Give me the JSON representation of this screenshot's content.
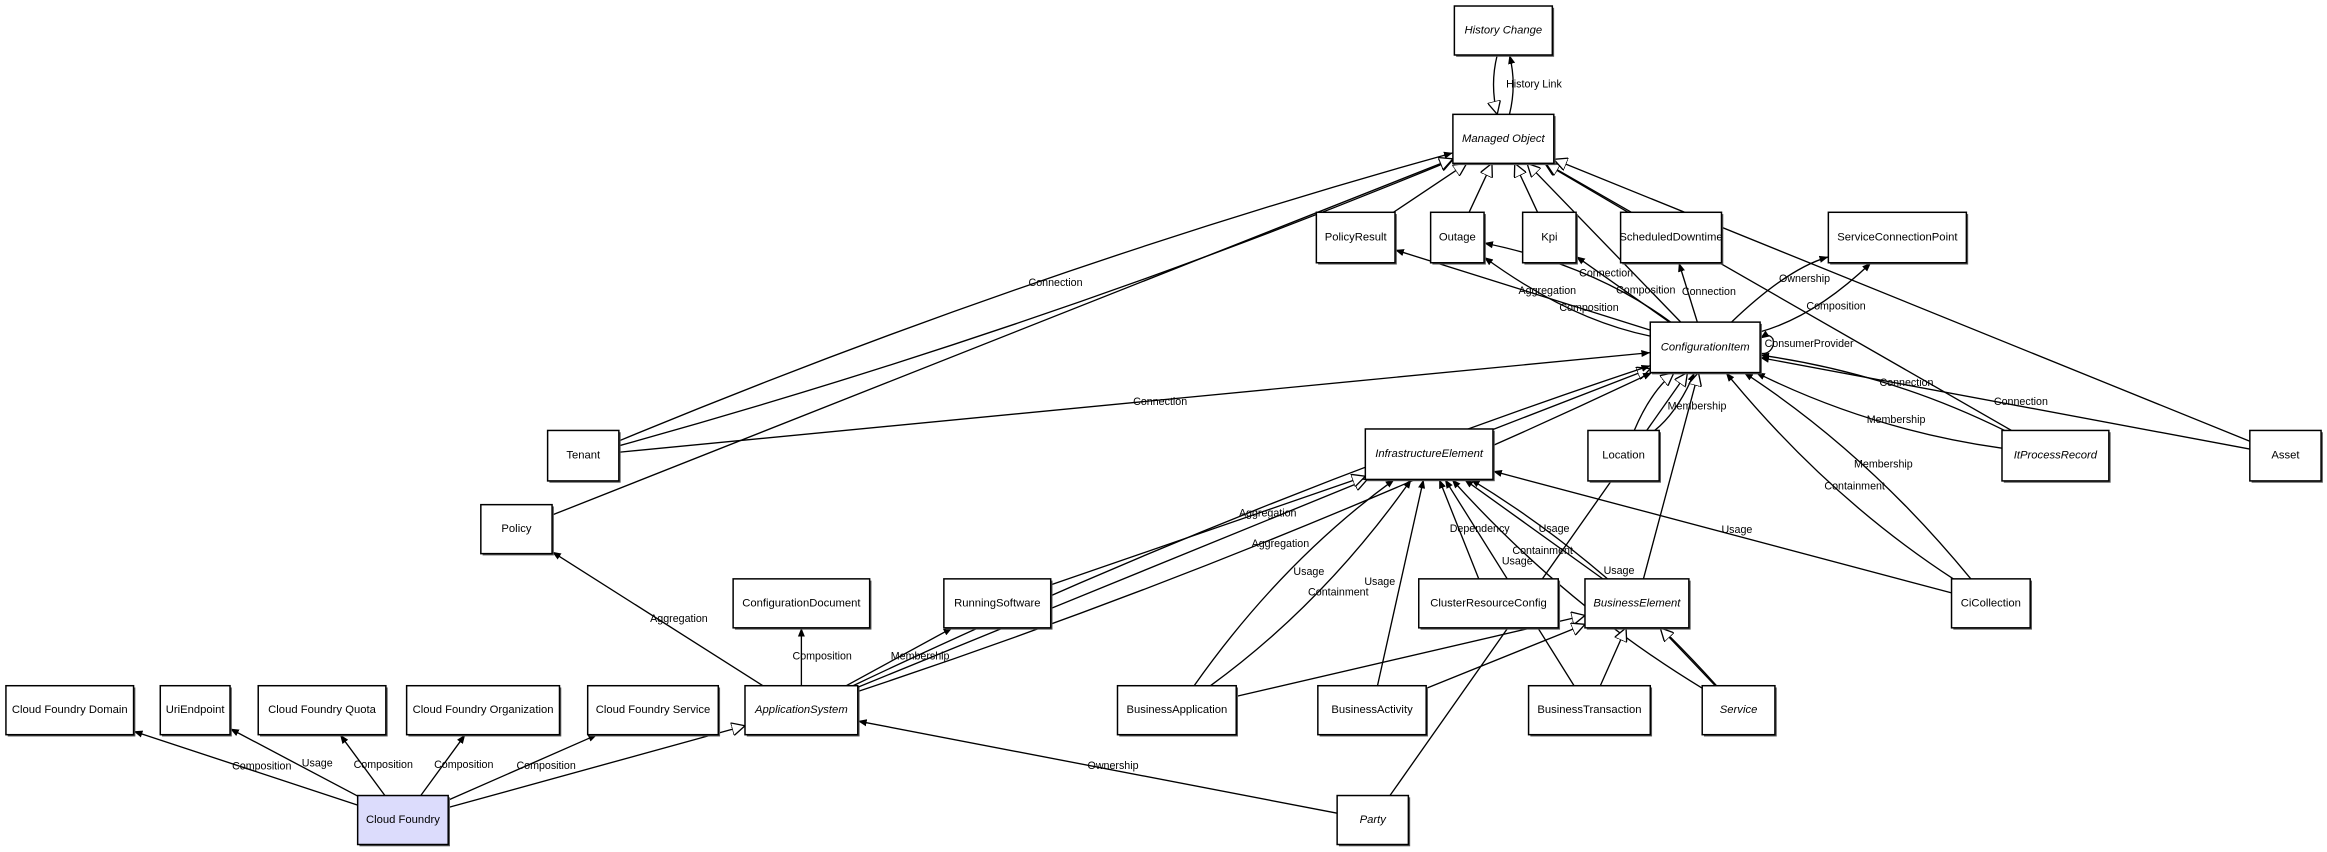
{
  "colors": {
    "highlight_fill": "#dcdcfc",
    "stroke": "#000000",
    "background": "#ffffff"
  },
  "nodes": [
    {
      "id": "historyChange",
      "label": "History Change",
      "abstract": true
    },
    {
      "id": "managedObject",
      "label": "Managed Object",
      "abstract": true
    },
    {
      "id": "policyResult",
      "label": "PolicyResult",
      "abstract": false
    },
    {
      "id": "outage",
      "label": "Outage",
      "abstract": false
    },
    {
      "id": "kpi",
      "label": "Kpi",
      "abstract": false
    },
    {
      "id": "scheduledDowntime",
      "label": "ScheduledDowntime",
      "abstract": false
    },
    {
      "id": "serviceConnectionPoint",
      "label": "ServiceConnectionPoint",
      "abstract": false
    },
    {
      "id": "configurationItem",
      "label": "ConfigurationItem",
      "abstract": true
    },
    {
      "id": "tenant",
      "label": "Tenant",
      "abstract": false
    },
    {
      "id": "policy",
      "label": "Policy",
      "abstract": false
    },
    {
      "id": "infrastructureElement",
      "label": "InfrastructureElement",
      "abstract": true
    },
    {
      "id": "location",
      "label": "Location",
      "abstract": false
    },
    {
      "id": "itProcessRecord",
      "label": "ItProcessRecord",
      "abstract": true
    },
    {
      "id": "asset",
      "label": "Asset",
      "abstract": false
    },
    {
      "id": "configurationDocument",
      "label": "ConfigurationDocument",
      "abstract": false
    },
    {
      "id": "runningSoftware",
      "label": "RunningSoftware",
      "abstract": false
    },
    {
      "id": "clusterResourceConfig",
      "label": "ClusterResourceConfig",
      "abstract": false
    },
    {
      "id": "businessElement",
      "label": "BusinessElement",
      "abstract": true
    },
    {
      "id": "ciCollection",
      "label": "CiCollection",
      "abstract": false
    },
    {
      "id": "cfDomain",
      "label": "Cloud Foundry Domain",
      "abstract": false
    },
    {
      "id": "uriEndpoint",
      "label": "UriEndpoint",
      "abstract": false
    },
    {
      "id": "cfQuota",
      "label": "Cloud Foundry Quota",
      "abstract": false
    },
    {
      "id": "cfOrganization",
      "label": "Cloud Foundry Organization",
      "abstract": false
    },
    {
      "id": "cfService",
      "label": "Cloud Foundry Service",
      "abstract": false
    },
    {
      "id": "applicationSystem",
      "label": "ApplicationSystem",
      "abstract": true
    },
    {
      "id": "businessApplication",
      "label": "BusinessApplication",
      "abstract": false
    },
    {
      "id": "businessActivity",
      "label": "BusinessActivity",
      "abstract": false
    },
    {
      "id": "businessTransaction",
      "label": "BusinessTransaction",
      "abstract": false
    },
    {
      "id": "service",
      "label": "Service",
      "abstract": true
    },
    {
      "id": "cloudFoundry",
      "label": "Cloud Foundry",
      "abstract": false,
      "highlighted": true
    },
    {
      "id": "party",
      "label": "Party",
      "abstract": true
    }
  ],
  "edges": [
    {
      "from": "managedObject",
      "to": "historyChange",
      "label": "History Link",
      "kind": "association"
    },
    {
      "from": "historyChange",
      "to": "managedObject",
      "label": "",
      "kind": "generalization"
    },
    {
      "from": "policyResult",
      "to": "managedObject",
      "label": "",
      "kind": "generalization"
    },
    {
      "from": "outage",
      "to": "managedObject",
      "label": "",
      "kind": "generalization"
    },
    {
      "from": "kpi",
      "to": "managedObject",
      "label": "",
      "kind": "generalization"
    },
    {
      "from": "scheduledDowntime",
      "to": "managedObject",
      "label": "",
      "kind": "generalization"
    },
    {
      "from": "configurationItem",
      "to": "managedObject",
      "label": "",
      "kind": "generalization"
    },
    {
      "from": "tenant",
      "to": "managedObject",
      "label": "",
      "kind": "generalization"
    },
    {
      "from": "tenant",
      "to": "managedObject",
      "label": "Connection",
      "kind": "association"
    },
    {
      "from": "policy",
      "to": "managedObject",
      "label": "",
      "kind": "generalization"
    },
    {
      "from": "itProcessRecord",
      "to": "managedObject",
      "label": "",
      "kind": "generalization"
    },
    {
      "from": "asset",
      "to": "managedObject",
      "label": "",
      "kind": "generalization"
    },
    {
      "from": "configurationItem",
      "to": "policyResult",
      "label": "Aggregation",
      "kind": "association"
    },
    {
      "from": "configurationItem",
      "to": "outage",
      "label": "Composition",
      "kind": "association"
    },
    {
      "from": "configurationItem",
      "to": "outage",
      "label": "Connection",
      "kind": "association"
    },
    {
      "from": "configurationItem",
      "to": "kpi",
      "label": "Composition",
      "kind": "association"
    },
    {
      "from": "configurationItem",
      "to": "scheduledDowntime",
      "label": "Connection",
      "kind": "association"
    },
    {
      "from": "configurationItem",
      "to": "serviceConnectionPoint",
      "label": "Ownership",
      "kind": "association"
    },
    {
      "from": "configurationItem",
      "to": "serviceConnectionPoint",
      "label": "Composition",
      "kind": "association"
    },
    {
      "from": "configurationItem",
      "to": "configurationItem",
      "label": "ConsumerProvider",
      "kind": "association"
    },
    {
      "from": "tenant",
      "to": "configurationItem",
      "label": "Connection",
      "kind": "association"
    },
    {
      "from": "infrastructureElement",
      "to": "configurationItem",
      "label": "",
      "kind": "generalization"
    },
    {
      "from": "location",
      "to": "configurationItem",
      "label": "Membership",
      "kind": "association"
    },
    {
      "from": "location",
      "to": "configurationItem",
      "label": "",
      "kind": "generalization"
    },
    {
      "from": "itProcessRecord",
      "to": "configurationItem",
      "label": "Connection",
      "kind": "association"
    },
    {
      "from": "itProcessRecord",
      "to": "configurationItem",
      "label": "Membership",
      "kind": "association"
    },
    {
      "from": "asset",
      "to": "configurationItem",
      "label": "Connection",
      "kind": "association"
    },
    {
      "from": "ciCollection",
      "to": "configurationItem",
      "label": "Containment",
      "kind": "association"
    },
    {
      "from": "ciCollection",
      "to": "configurationItem",
      "label": "Membership",
      "kind": "association"
    },
    {
      "from": "businessElement",
      "to": "configurationItem",
      "label": "",
      "kind": "generalization"
    },
    {
      "from": "party",
      "to": "configurationItem",
      "label": "",
      "kind": "generalization"
    },
    {
      "from": "applicationSystem",
      "to": "configurationItem",
      "label": "Aggregation",
      "kind": "association"
    },
    {
      "from": "applicationSystem",
      "to": "configurationItem",
      "label": "Aggregation",
      "kind": "association"
    },
    {
      "from": "applicationSystem",
      "to": "infrastructureElement",
      "label": "",
      "kind": "generalization"
    },
    {
      "from": "runningSoftware",
      "to": "infrastructureElement",
      "label": "",
      "kind": "generalization"
    },
    {
      "from": "businessApplication",
      "to": "infrastructureElement",
      "label": "Usage",
      "kind": "association"
    },
    {
      "from": "businessApplication",
      "to": "infrastructureElement",
      "label": "Containment",
      "kind": "association"
    },
    {
      "from": "businessActivity",
      "to": "infrastructureElement",
      "label": "Usage",
      "kind": "association"
    },
    {
      "from": "businessTransaction",
      "to": "infrastructureElement",
      "label": "Usage",
      "kind": "association"
    },
    {
      "from": "clusterResourceConfig",
      "to": "infrastructureElement",
      "label": "Dependency",
      "kind": "association"
    },
    {
      "from": "businessElement",
      "to": "infrastructureElement",
      "label": "Usage",
      "kind": "association"
    },
    {
      "from": "service",
      "to": "infrastructureElement",
      "label": "Usage",
      "kind": "association"
    },
    {
      "from": "service",
      "to": "infrastructureElement",
      "label": "Containment",
      "kind": "association"
    },
    {
      "from": "ciCollection",
      "to": "infrastructureElement",
      "label": "Usage",
      "kind": "association"
    },
    {
      "from": "businessApplication",
      "to": "businessElement",
      "label": "",
      "kind": "generalization"
    },
    {
      "from": "businessActivity",
      "to": "businessElement",
      "label": "",
      "kind": "generalization"
    },
    {
      "from": "businessTransaction",
      "to": "businessElement",
      "label": "",
      "kind": "generalization"
    },
    {
      "from": "service",
      "to": "businessElement",
      "label": "",
      "kind": "generalization"
    },
    {
      "from": "applicationSystem",
      "to": "configurationDocument",
      "label": "Composition",
      "kind": "association"
    },
    {
      "from": "applicationSystem",
      "to": "runningSoftware",
      "label": "Membership",
      "kind": "association"
    },
    {
      "from": "applicationSystem",
      "to": "policy",
      "label": "Aggregation",
      "kind": "association"
    },
    {
      "from": "cloudFoundry",
      "to": "cfDomain",
      "label": "Composition",
      "kind": "association"
    },
    {
      "from": "cloudFoundry",
      "to": "uriEndpoint",
      "label": "Usage",
      "kind": "association"
    },
    {
      "from": "cloudFoundry",
      "to": "cfQuota",
      "label": "Composition",
      "kind": "association"
    },
    {
      "from": "cloudFoundry",
      "to": "cfOrganization",
      "label": "Composition",
      "kind": "association"
    },
    {
      "from": "cloudFoundry",
      "to": "cfService",
      "label": "Composition",
      "kind": "association"
    },
    {
      "from": "cloudFoundry",
      "to": "applicationSystem",
      "label": "",
      "kind": "generalization"
    },
    {
      "from": "party",
      "to": "applicationSystem",
      "label": "Ownership",
      "kind": "association"
    }
  ]
}
